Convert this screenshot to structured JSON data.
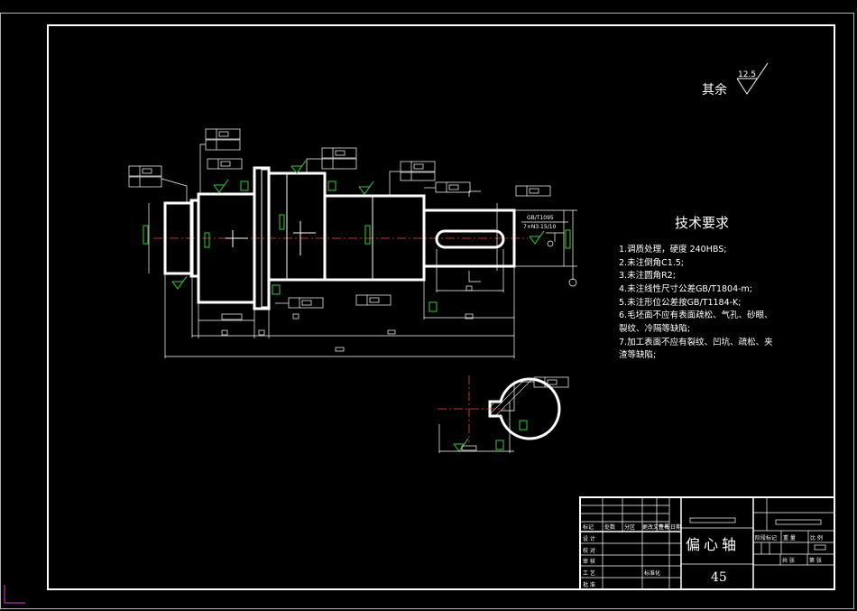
{
  "roughness": {
    "prefix": "其余",
    "value": "12.5"
  },
  "requirements": {
    "title": "技术要求",
    "items": [
      "1.调质处理，硬度 240HBS;",
      "2.未注倒角C1.5;",
      "3.未注圆角R2;",
      "4.未注线性尺寸公差GB/T1804-m;",
      "5.未注形位公差按GB/T1184-K;",
      "6.毛坯面不应有表面疏松、气孔、砂眼、",
      "裂纹、冷隔等缺陷;",
      "7.加工表面不应有裂纹、凹坑、疏松、夹",
      "渣等缺陷;"
    ]
  },
  "keyway_note": {
    "line1": "GB/T1095",
    "line2": "7×N3.15/10"
  },
  "title_block": {
    "part_name": "偏心轴",
    "material": "45",
    "labels": {
      "design": "设 计",
      "check": "校 对",
      "review": "审 核",
      "craft": "工 艺",
      "standard": "标准化",
      "approve": "批 准",
      "mark": "标记",
      "count": "处数",
      "zone": "分区",
      "change_doc": "更改文件号",
      "signature": "签名",
      "date": "日期",
      "stage_mark": "阶段标记",
      "weight": "重 量",
      "scale": "比 例",
      "total": "共  张",
      "sheet": "第  张"
    }
  },
  "colors": {
    "line": "#ffffff",
    "center": "#ff4040",
    "symbol": "#2fd02f",
    "background": "#000000"
  }
}
